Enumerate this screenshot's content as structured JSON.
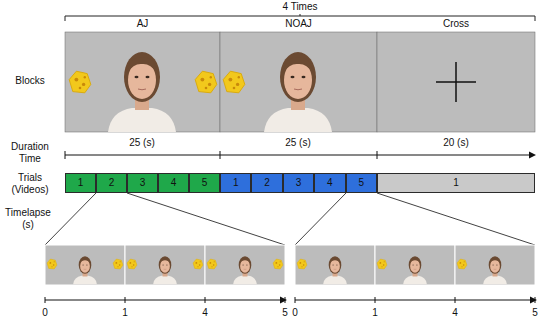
{
  "diagram": {
    "nodes": [
      {
        "text": [
          "AJ"
        ]
      },
      {
        "text": [
          "NOAJ"
        ]
      },
      {
        "text": [
          "Cross"
        ]
      },
      {
        "text": [
          "1"
        ]
      },
      {
        "text": [
          "2"
        ]
      },
      {
        "text": [
          "3"
        ]
      },
      {
        "text": [
          "4"
        ]
      },
      {
        "text": [
          "5"
        ]
      },
      {
        "text": [
          "1"
        ]
      },
      {
        "text": [
          "2"
        ]
      },
      {
        "text": [
          "3"
        ]
      },
      {
        "text": [
          "4"
        ]
      },
      {
        "text": [
          "5"
        ]
      },
      {
        "text": [
          "1"
        ]
      }
    ],
    "labels": [
      "4 Times",
      "Blocks",
      "Duration Time",
      "25 (s)",
      "25 (s)",
      "20 (s)",
      "Trials (Videos)",
      "Timelapse (s)",
      "0",
      "1",
      "4",
      "5",
      "0",
      "1",
      "4",
      "5"
    ]
  }
}
